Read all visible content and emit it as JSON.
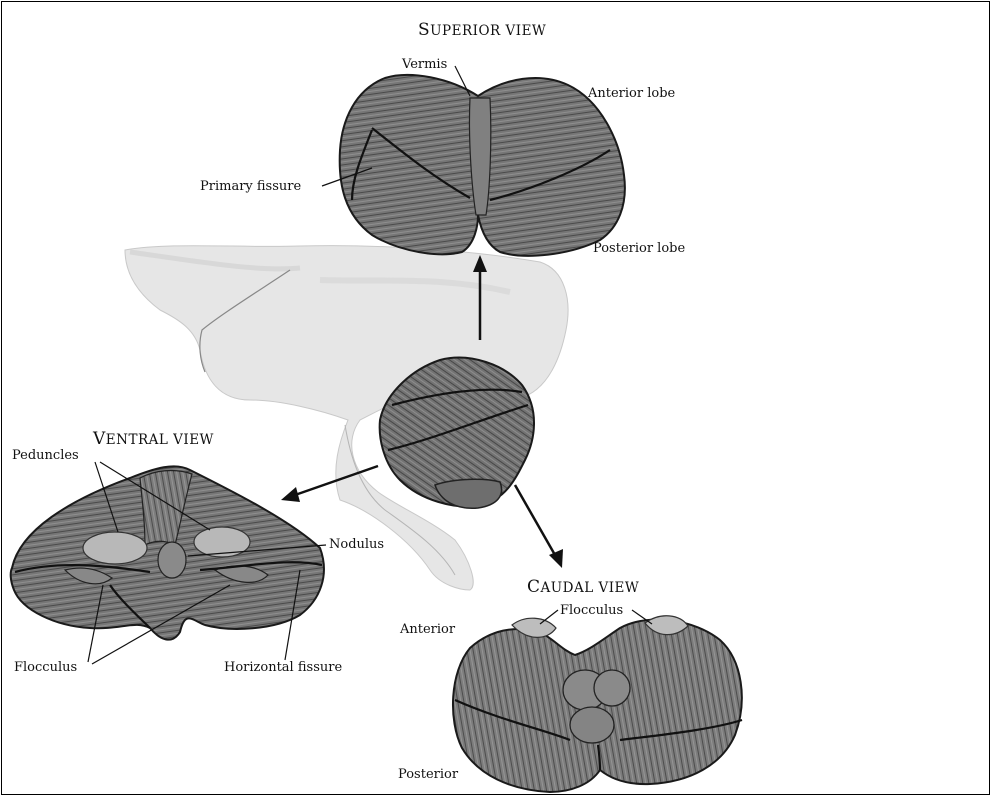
{
  "views": {
    "superior": {
      "title_cap": "S",
      "title_rest": "UPERIOR VIEW",
      "labels": {
        "vermis": "Vermis",
        "anterior_lobe": "Anterior lobe",
        "primary_fissure": "Primary fissure",
        "posterior_lobe": "Posterior lobe"
      }
    },
    "ventral": {
      "title_cap": "V",
      "title_rest": "ENTRAL VIEW",
      "labels": {
        "peduncles": "Peduncles",
        "nodulus": "Nodulus",
        "flocculus": "Flocculus",
        "horizontal_fissure": "Horizontal fissure"
      }
    },
    "caudal": {
      "title_cap": "C",
      "title_rest": "AUDAL VIEW",
      "labels": {
        "flocculus": "Flocculus",
        "anterior": "Anterior",
        "posterior": "Posterior"
      }
    }
  },
  "colors": {
    "tissue": "#7a7a7a",
    "tissue_dark": "#5f5f5f",
    "brain_silhouette": "#e6e6e6",
    "ink": "#111111"
  }
}
